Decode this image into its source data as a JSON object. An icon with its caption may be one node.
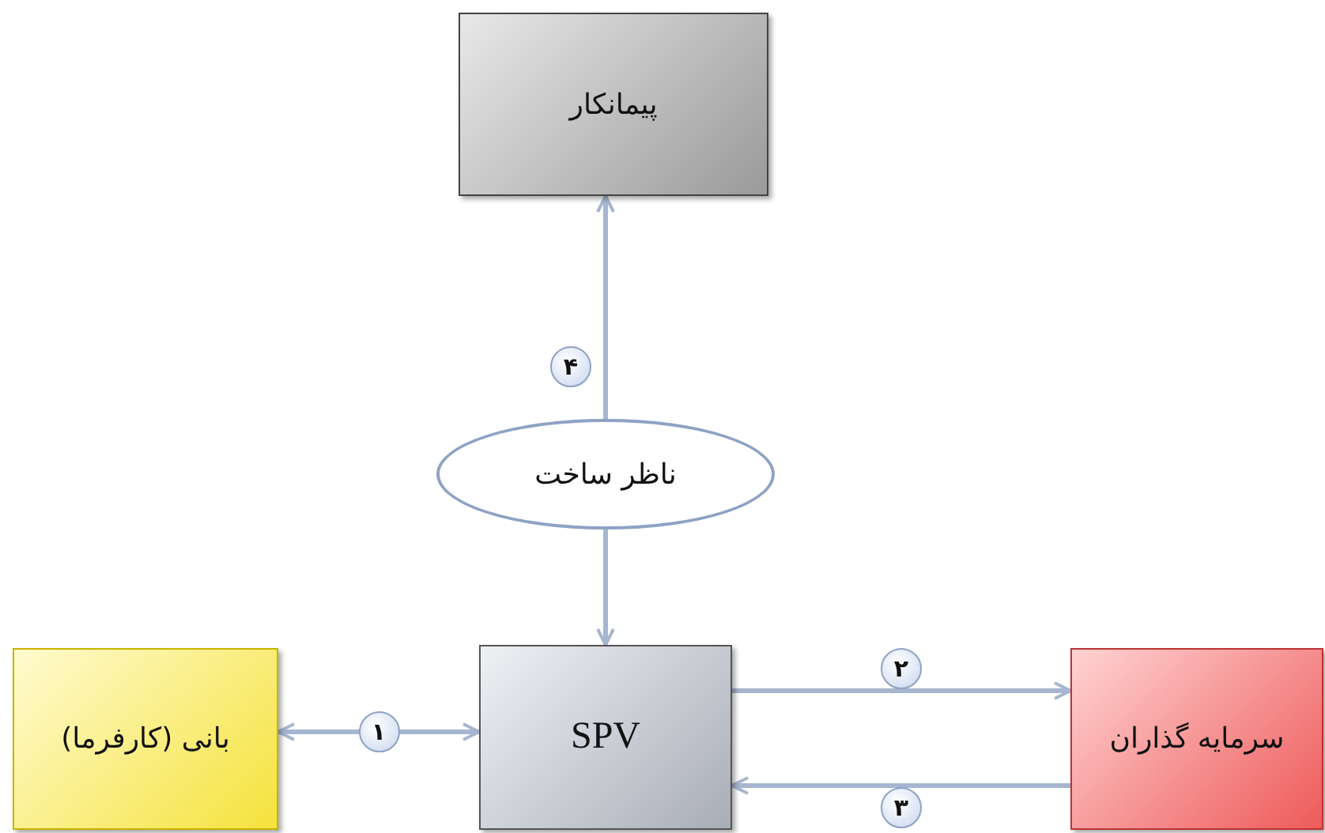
{
  "diagram": {
    "nodes": [
      {
        "text": [
          "پیمانکار"
        ]
      },
      {
        "text": [
          "ناظر ساخت"
        ]
      },
      {
        "text": [
          "بانی (کارفرما)"
        ]
      },
      {
        "text": [
          "SPV"
        ]
      },
      {
        "text": [
          "سرمایه گذاران"
        ]
      }
    ],
    "edges": [
      {
        "from": 1,
        "to": 0,
        "arrow": "to",
        "label": "۴"
      },
      {
        "from": 1,
        "to": 3,
        "arrow": "to"
      },
      {
        "from": 2,
        "to": 3,
        "arrow": "both",
        "label": "۱"
      },
      {
        "from": 3,
        "to": 4,
        "arrow": "to",
        "label": "۲"
      },
      {
        "from": 4,
        "to": 3,
        "arrow": "to",
        "label": "۳"
      }
    ]
  }
}
